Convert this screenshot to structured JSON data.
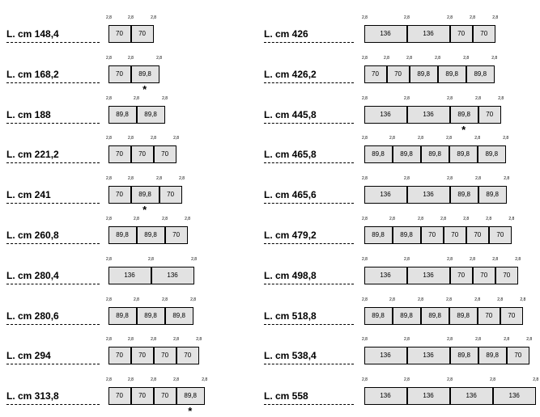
{
  "tick_label": "2,8",
  "marker": "*",
  "left": [
    {
      "label": "L. cm 148,4",
      "cells": [
        "70",
        "70"
      ]
    },
    {
      "label": "L. cm 168,2",
      "cells": [
        "70",
        "89,8"
      ],
      "star": 1
    },
    {
      "label": "L. cm 188",
      "cells": [
        "89,8",
        "89,8"
      ]
    },
    {
      "label": "L. cm 221,2",
      "cells": [
        "70",
        "70",
        "70"
      ]
    },
    {
      "label": "L. cm 241",
      "cells": [
        "70",
        "89,8",
        "70"
      ],
      "star": 1
    },
    {
      "label": "L. cm 260,8",
      "cells": [
        "89,8",
        "89,8",
        "70"
      ]
    },
    {
      "label": "L. cm 280,4",
      "cells": [
        "136",
        "136"
      ]
    },
    {
      "label": "L. cm 280,6",
      "cells": [
        "89,8",
        "89,8",
        "89,8"
      ]
    },
    {
      "label": "L. cm 294",
      "cells": [
        "70",
        "70",
        "70",
        "70"
      ]
    },
    {
      "label": "L. cm 313,8",
      "cells": [
        "70",
        "70",
        "70",
        "89,8"
      ],
      "star": 3
    }
  ],
  "right": [
    {
      "label": "L. cm 426",
      "cells": [
        "136",
        "136",
        "70",
        "70"
      ]
    },
    {
      "label": "L. cm 426,2",
      "cells": [
        "70",
        "70",
        "89,8",
        "89,8",
        "89,8"
      ]
    },
    {
      "label": "L. cm 445,8",
      "cells": [
        "136",
        "136",
        "89,8",
        "70"
      ],
      "star": 2
    },
    {
      "label": "L. cm 465,8",
      "cells": [
        "89,8",
        "89,8",
        "89,8",
        "89,8",
        "89,8"
      ]
    },
    {
      "label": "L. cm 465,6",
      "cells": [
        "136",
        "136",
        "89,8",
        "89,8"
      ]
    },
    {
      "label": "L. cm 479,2",
      "cells": [
        "89,8",
        "89,8",
        "70",
        "70",
        "70",
        "70"
      ]
    },
    {
      "label": "L. cm 498,8",
      "cells": [
        "136",
        "136",
        "70",
        "70",
        "70"
      ]
    },
    {
      "label": "L. cm 518,8",
      "cells": [
        "89,8",
        "89,8",
        "89,8",
        "89,8",
        "70",
        "70"
      ]
    },
    {
      "label": "L. cm 538,4",
      "cells": [
        "136",
        "136",
        "89,8",
        "89,8",
        "70"
      ]
    },
    {
      "label": "L. cm 558",
      "cells": [
        "136",
        "136",
        "136",
        "136"
      ]
    }
  ]
}
